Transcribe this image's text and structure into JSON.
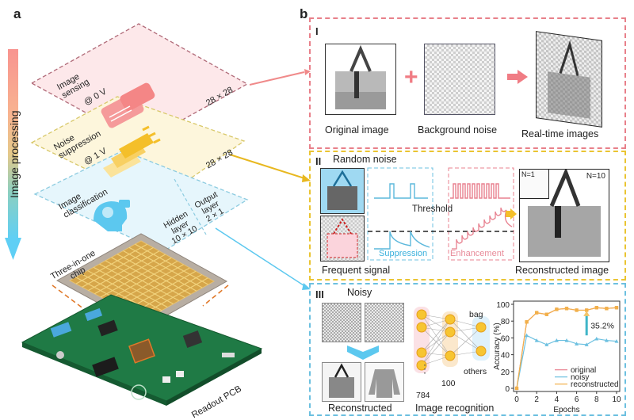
{
  "panel_a": {
    "label": "a",
    "side_arrow_label": "Image processing",
    "layers": [
      {
        "title_line1": "Image",
        "title_line2": "sensing",
        "voltage": "@ 0 V",
        "size": "28 × 28",
        "icon": "camera-icon",
        "color": "#f08a8a"
      },
      {
        "title_line1": "Noise",
        "title_line2": "suppression",
        "voltage": "@ 1 V",
        "size": "28 × 28",
        "icon": "funnel-icon",
        "color": "#f5c330"
      },
      {
        "title_line1": "Image",
        "title_line2": "classification",
        "hidden_label": [
          "Hidden",
          "layer",
          "10 × 10"
        ],
        "output_label": [
          "Output",
          "layer",
          "2 × 1"
        ],
        "icon": "brain-head-icon",
        "color": "#5cc8ef"
      }
    ],
    "chip_label": [
      "Three-in-one",
      "chip"
    ],
    "pcb_label": "Readout PCB"
  },
  "panel_b": {
    "label": "b",
    "section_I": {
      "numeral": "I",
      "captions": [
        "Original image",
        "Background noise",
        "Real-time images"
      ],
      "plus_icon": "plus-icon",
      "arrow_icon": "arrow-right-icon"
    },
    "section_II": {
      "numeral": "II",
      "random_noise": "Random noise",
      "frequent_signal": "Frequent signal",
      "threshold": "Threshold",
      "suppression": "Suppression",
      "enhancement": "Enhancement",
      "inset_label": "N=1",
      "main_label": "N=10",
      "reconstructed_caption": "Reconstructed image"
    },
    "section_III": {
      "numeral": "III",
      "noisy_label": "Noisy",
      "reconstructed_label": "Reconstructed",
      "network": {
        "input": "784",
        "hidden": "100",
        "outputs": [
          "bag",
          "others"
        ],
        "ellipsis": "⋮"
      },
      "network_caption": "Image recognition"
    }
  },
  "chart_data": {
    "type": "line",
    "title": "",
    "xlabel": "Epochs",
    "ylabel": "Accuracy (%)",
    "x": [
      0,
      1,
      2,
      3,
      4,
      5,
      6,
      7,
      8,
      9,
      10
    ],
    "xlim": [
      0,
      10
    ],
    "ylim": [
      0,
      100
    ],
    "xticks": [
      "0",
      "2",
      "4",
      "6",
      "8",
      "10"
    ],
    "yticks": [
      "0",
      "20",
      "40",
      "60",
      "80",
      "100"
    ],
    "legend_position": "bottom-right",
    "series": [
      {
        "name": "original",
        "color": "#e8808f",
        "marker": "circle",
        "values": [
          0,
          79,
          90,
          88,
          94,
          95,
          93,
          93,
          96,
          95,
          96
        ]
      },
      {
        "name": "noisy",
        "color": "#6cc0e0",
        "marker": "triangle",
        "values": [
          0,
          63,
          57,
          52,
          57,
          57,
          53,
          52,
          59,
          57,
          56
        ]
      },
      {
        "name": "reconstructed",
        "color": "#f2b04a",
        "marker": "square",
        "values": [
          0,
          79,
          90,
          88,
          94,
          95,
          93,
          93,
          96,
          95,
          96
        ]
      }
    ],
    "annotation": {
      "text": "35.2%",
      "at_epoch": 7
    }
  }
}
